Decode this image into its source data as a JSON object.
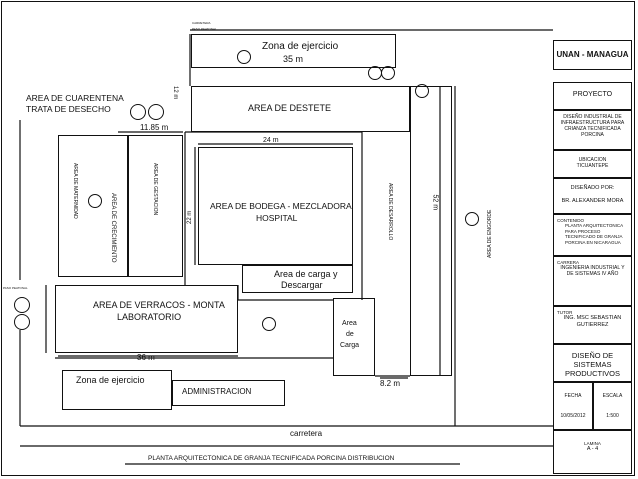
{
  "plan": {
    "road_note_top": "CARRETERA",
    "road_note_top2": "PASO PEATONAL",
    "zona_ejercicio_top": "Zona de ejercicio",
    "dim_35": "35 m",
    "area_cuarentena_1": "AREA DE CUARENTENA",
    "area_cuarentena_2": "TRATA DE DESECHO",
    "dim_11_85": "11.85 m",
    "area_destete": "AREA DE DESTETE",
    "dim_cuar_vert": "12 m",
    "dim_24": "24 m",
    "dim_22": "22 m",
    "bodega_1": "AREA DE BODEGA - MEZCLADORA",
    "bodega_2": "HOSPITAL",
    "carga_1": "Area de carga y",
    "carga_2": "Descargar",
    "dim_52": "52 m",
    "verracos_1": "AREA DE VERRACOS - MONTA",
    "verracos_2": "LABORATORIO",
    "dim_36": "36 m",
    "zona_ejercicio_bottom": "Zona de ejercicio",
    "administracion": "ADMINISTRACION",
    "area_carga_small_1": "Area",
    "area_carga_small_2": "de",
    "area_carga_small_3": "Carga",
    "dim_8_2": "8.2 m",
    "carretera": "carretera",
    "footer_title": "PLANTA ARQUITECTONICA DE GRANJA TECNIFICADA PORCINA DISTRIBUCION",
    "left_side_note": "PASO PEATONAL",
    "v_label_1": "AREA DE MATERNIDAD",
    "v_label_2": "AREA DE GESTACION",
    "v_label_3": "AREA DE CRECIMIENTO",
    "v_label_4": "AREA DE DESARROLLO",
    "v_label_5": "AREA DE ENGORDE"
  },
  "titleblock": {
    "institution": "UNAN - MANAGUA",
    "proyecto_label": "PROYECTO",
    "proyecto_text": "DISEÑO INDUSTRIAL DE INFRAESTRUCTURA PARA CRIANZA TECNIFICADA PORCINA",
    "ubicacion_label": "UBICACION",
    "ubicacion_text": "TICUANTEPE",
    "disenado_label": "DISEÑADO POR:",
    "disenado_text": "BR. ALEXANDER MORA",
    "contenido_label": "CONTENIDO",
    "contenido_text": "PLANTA ARQUITECTONICA PARA PROCESO TECNIFICADO DE GRANJA PORCINA EN NICARAGUA",
    "carrera_label": "CARRERA",
    "carrera_text": "INGENIERIA INDUSTRIAL Y DE SISTEMAS IV AÑO",
    "tutor_label": "TUTOR",
    "tutor_text": "ING. MSC SEBASTIAN GUTIERREZ",
    "course": "DISEÑO DE SISTEMAS PRODUCTIVOS",
    "fecha_label": "FECHA",
    "escala_label": "ESCALA",
    "fecha_value": "10/05/2012",
    "escala_value": "1:500",
    "lamina_label": "LAMINA",
    "lamina_value": "A - 4"
  }
}
